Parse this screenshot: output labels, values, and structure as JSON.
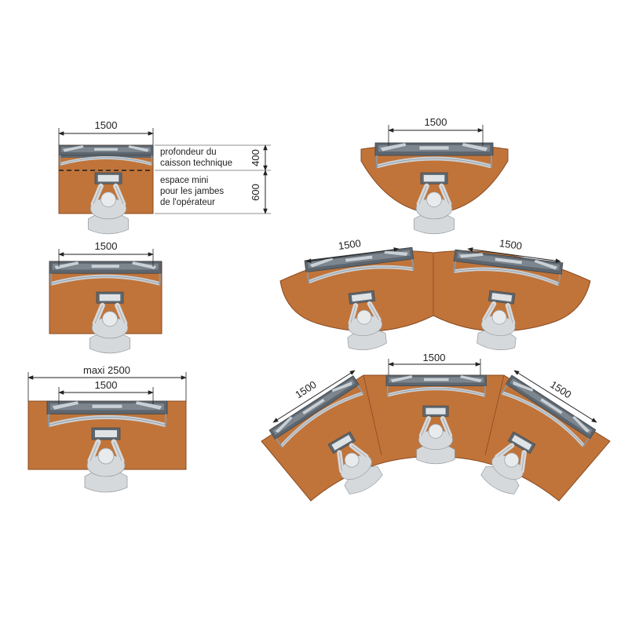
{
  "labels": {
    "width_1500": "1500",
    "maxi_2500": "maxi 2500",
    "profondeur_line1": "profondeur du",
    "profondeur_line2": "caisson technique",
    "espace_line1": "espace mini",
    "espace_line2": "pour les jambes",
    "espace_line3": "de l'opérateur",
    "depth_400": "400",
    "depth_600": "600"
  },
  "colors": {
    "desk_wood": "#c0743a",
    "desk_edge": "#8a4a20",
    "console_dark": "#5d666e",
    "monitor_light": "#c9d0d6",
    "operator": "#d6d9dc"
  }
}
